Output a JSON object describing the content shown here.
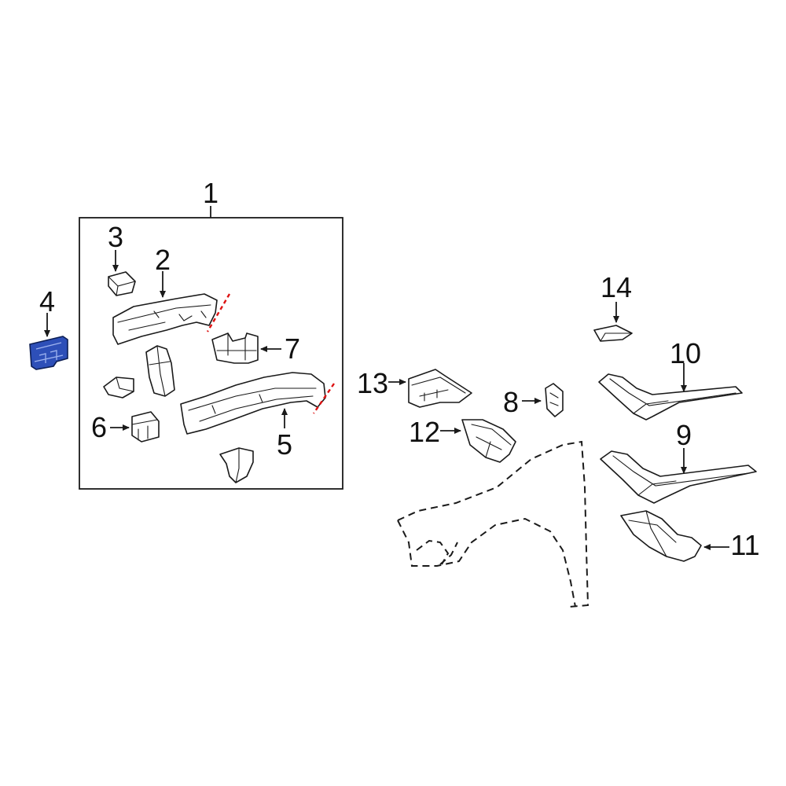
{
  "colors": {
    "line": "#1a1a1a",
    "highlight": "#2d4fb8",
    "cut_line": "#dd1111"
  },
  "callouts": {
    "c1": "1",
    "c2": "2",
    "c3": "3",
    "c4": "4",
    "c5": "5",
    "c6": "6",
    "c7": "7",
    "c8": "8",
    "c9": "9",
    "c10": "10",
    "c11": "11",
    "c12": "12",
    "c13": "13",
    "c14": "14"
  },
  "highlighted_part": "4"
}
